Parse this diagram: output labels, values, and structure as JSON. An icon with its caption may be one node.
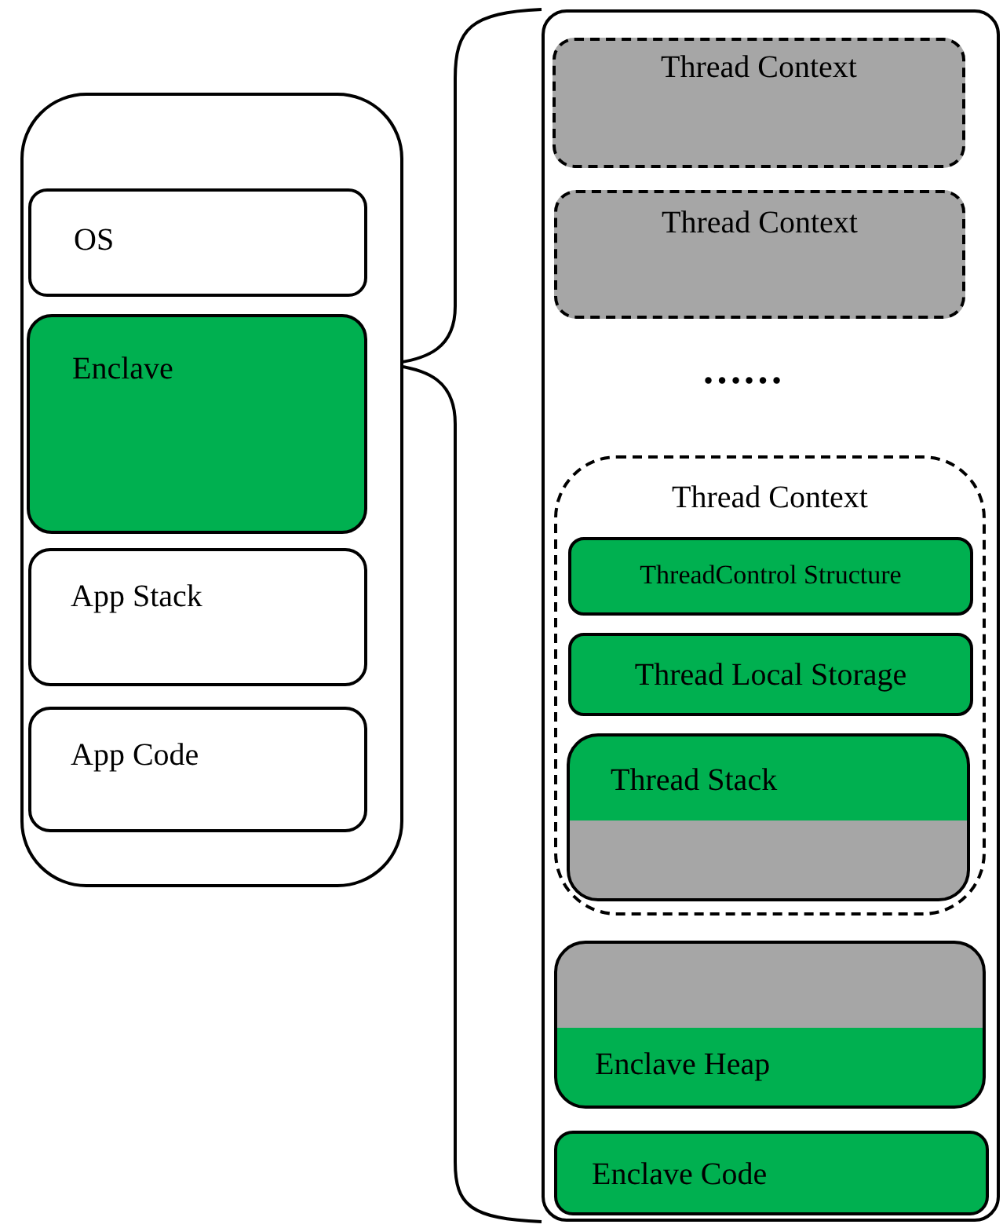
{
  "diagram": {
    "nodes": [
      {
        "text": [],
        "shape": "box"
      },
      {
        "text": [
          "OS"
        ],
        "in": 0
      },
      {
        "text": [
          "Enclave"
        ],
        "in": 0
      },
      {
        "text": [
          "App Stack"
        ],
        "in": 0
      },
      {
        "text": [
          "App Code"
        ],
        "in": 0
      },
      {
        "text": [],
        "shape": "box"
      },
      {
        "text": [
          "Thread Context"
        ],
        "in": 5
      },
      {
        "text": [
          "Thread Context"
        ],
        "in": 5
      },
      {
        "text": [
          "Thread Context"
        ],
        "in": 5
      },
      {
        "text": [
          "ThreadControl Structure"
        ],
        "in": 8
      },
      {
        "text": [
          "Thread Local Storage"
        ],
        "in": 8
      },
      {
        "text": [
          "Thread Stack"
        ],
        "in": 8
      },
      {
        "text": [
          "Enclave Heap"
        ],
        "in": 5
      },
      {
        "text": [
          "Enclave Code"
        ],
        "in": 5
      }
    ],
    "edges": [],
    "labels": [
      "……"
    ]
  }
}
